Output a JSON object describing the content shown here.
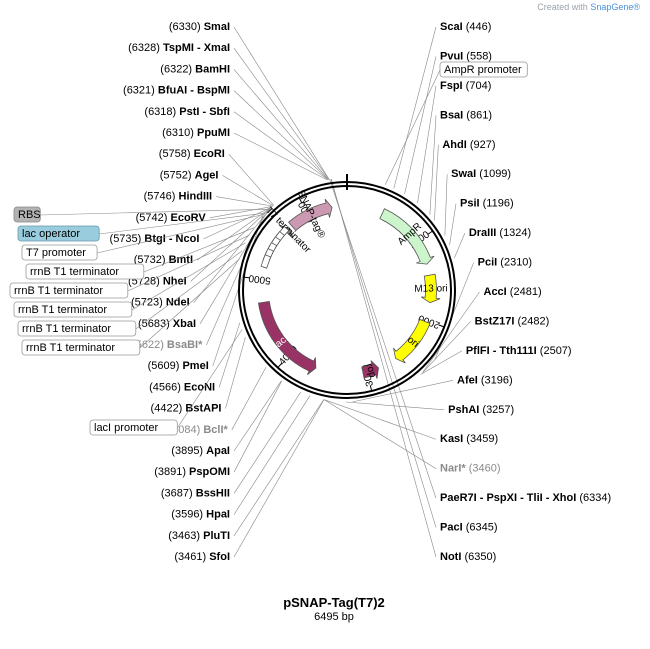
{
  "credit": {
    "prefix": "Created with",
    "brand": "SnapGene",
    "suffix": "®"
  },
  "title": "pSNAP-Tag(T7)2",
  "subtitle": "6495 bp",
  "ticks": [
    {
      "label": "1000",
      "bp": 1000
    },
    {
      "label": "2000",
      "bp": 2000
    },
    {
      "label": "3000",
      "bp": 3000
    },
    {
      "label": "4000",
      "bp": 4000
    },
    {
      "label": "5000",
      "bp": 5000
    },
    {
      "label": "6000",
      "bp": 6000
    }
  ],
  "features": [
    {
      "name": "AmpR",
      "start": 446,
      "end": 1300,
      "dir": 1,
      "color": "#ccf5cc",
      "label_color": "#000000"
    },
    {
      "name": "M13 ori",
      "start": 1440,
      "end": 1780,
      "dir": 1,
      "color": "#ffff00",
      "label_color": "#000000"
    },
    {
      "name": "ori",
      "start": 2020,
      "end": 2610,
      "dir": 1,
      "color": "#ffff00",
      "label_color": "#000000"
    },
    {
      "name": "rop",
      "start": 2850,
      "end": 3050,
      "dir": -1,
      "color": "#993366",
      "label_color": "#000000"
    },
    {
      "name": "lacI",
      "start": 3640,
      "end": 4720,
      "dir": -1,
      "color": "#993366",
      "label_color": "#ffffff"
    },
    {
      "name": "SNAP-tag®",
      "start": 5760,
      "end": 6310,
      "dir": 1,
      "color": "#cc99b2",
      "label_color": "#000000"
    },
    {
      "name": "T7 terminator",
      "start": 5660,
      "end": 5720,
      "dir": 1,
      "color": "#808080",
      "label_color": "#000000"
    }
  ],
  "sites": [
    {
      "name": "SmaI",
      "pos": "(6330)",
      "side": "left",
      "bp": 6330
    },
    {
      "name": "TspMI - XmaI",
      "pos": "(6328)",
      "side": "left",
      "bp": 6328
    },
    {
      "name": "BamHI",
      "pos": "(6322)",
      "side": "left",
      "bp": 6322
    },
    {
      "name": "BfuAI - BspMI",
      "pos": "(6321)",
      "side": "left",
      "bp": 6321
    },
    {
      "name": "PstI - SbfI",
      "pos": "(6318)",
      "side": "left",
      "bp": 6318
    },
    {
      "name": "PpuMI",
      "pos": "(6310)",
      "side": "left",
      "bp": 6310
    },
    {
      "name": "EcoRI",
      "pos": "(5758)",
      "side": "left",
      "bp": 5758
    },
    {
      "name": "AgeI",
      "pos": "(5752)",
      "side": "left",
      "bp": 5752
    },
    {
      "name": "HindIII",
      "pos": "(5746)",
      "side": "left",
      "bp": 5746
    },
    {
      "name": "EcoRV",
      "pos": "(5742)",
      "side": "left",
      "bp": 5742
    },
    {
      "name": "BtgI - NcoI",
      "pos": "(5735)",
      "side": "left",
      "bp": 5735
    },
    {
      "name": "BmtI",
      "pos": "(5732)",
      "side": "left",
      "bp": 5732
    },
    {
      "name": "NheI",
      "pos": "(5728)",
      "side": "left",
      "bp": 5728
    },
    {
      "name": "NdeI",
      "pos": "(5723)",
      "side": "left",
      "bp": 5723
    },
    {
      "name": "XbaI",
      "pos": "(5683)",
      "side": "left",
      "bp": 5683
    },
    {
      "name": "BsaBI*",
      "pos": "(5622)",
      "side": "left",
      "bp": 5622,
      "grey": true
    },
    {
      "name": "PmeI",
      "pos": "(5609)",
      "side": "left",
      "bp": 5609
    },
    {
      "name": "EcoNI",
      "pos": "(4566)",
      "side": "left",
      "bp": 4566
    },
    {
      "name": "BstAPI",
      "pos": "(4422)",
      "side": "left",
      "bp": 4422
    },
    {
      "name": "BclI*",
      "pos": "(4084)",
      "side": "left",
      "bp": 4084,
      "grey": true
    },
    {
      "name": "ApaI",
      "pos": "(3895)",
      "side": "left",
      "bp": 3895
    },
    {
      "name": "PspOMI",
      "pos": "(3891)",
      "side": "left",
      "bp": 3891
    },
    {
      "name": "BssHII",
      "pos": "(3687)",
      "side": "left",
      "bp": 3687
    },
    {
      "name": "HpaI",
      "pos": "(3596)",
      "side": "left",
      "bp": 3596
    },
    {
      "name": "PluTI",
      "pos": "(3463)",
      "side": "left",
      "bp": 3463
    },
    {
      "name": "SfoI",
      "pos": "(3461)",
      "side": "left",
      "bp": 3461
    },
    {
      "name": "NarI*",
      "pos": "(3460)",
      "side": "right",
      "bp": 3460,
      "grey": true
    },
    {
      "name": "KasI",
      "pos": "(3459)",
      "side": "right",
      "bp": 3459
    },
    {
      "name": "PshAI",
      "pos": "(3257)",
      "side": "right",
      "bp": 3257
    },
    {
      "name": "AfeI",
      "pos": "(3196)",
      "side": "right",
      "bp": 3196
    },
    {
      "name": "PflFI - Tth111I",
      "pos": "(2507)",
      "side": "right",
      "bp": 2507
    },
    {
      "name": "BstZ17I",
      "pos": "(2482)",
      "side": "right",
      "bp": 2482
    },
    {
      "name": "AccI",
      "pos": "(2481)",
      "side": "right",
      "bp": 2481
    },
    {
      "name": "PciI",
      "pos": "(2310)",
      "side": "right",
      "bp": 2310
    },
    {
      "name": "DraIII",
      "pos": "(1324)",
      "side": "right",
      "bp": 1324
    },
    {
      "name": "PsiI",
      "pos": "(1196)",
      "side": "right",
      "bp": 1196
    },
    {
      "name": "SwaI",
      "pos": "(1099)",
      "side": "right",
      "bp": 1099
    },
    {
      "name": "AhdI",
      "pos": "(927)",
      "side": "right",
      "bp": 927
    },
    {
      "name": "BsaI",
      "pos": "(861)",
      "side": "right",
      "bp": 861
    },
    {
      "name": "FspI",
      "pos": "(704)",
      "side": "right",
      "bp": 704
    },
    {
      "name": "PvuI",
      "pos": "(558)",
      "side": "right",
      "bp": 558
    },
    {
      "name": "ScaI",
      "pos": "(446)",
      "side": "right",
      "bp": 446
    },
    {
      "name": "NotI",
      "pos": "(6350)",
      "side": "right",
      "bp": 6350
    },
    {
      "name": "PacI",
      "pos": "(6345)",
      "side": "right",
      "bp": 6345
    },
    {
      "name": "PaeR7I - PspXI - TliI - XhoI",
      "pos": "(6334)",
      "side": "right",
      "bp": 6334
    }
  ],
  "boxes": [
    {
      "text": "AmpR promoter",
      "bp": 360,
      "fill": "#ffffff",
      "stroke": "#999999"
    },
    {
      "text": "RBS",
      "bp": 5705,
      "fill": "#b3b3b3",
      "stroke": "#888888"
    },
    {
      "text": "lac operator",
      "bp": 5655,
      "fill": "#99ccdd",
      "stroke": "#6699aa"
    },
    {
      "text": "T7 promoter",
      "bp": 5640,
      "fill": "#ffffff",
      "stroke": "#999999"
    },
    {
      "text": "rrnB T1 terminator",
      "bp": 5480,
      "fill": "#ffffff",
      "stroke": "#999999"
    },
    {
      "text": "rrnB T1 terminator",
      "bp": 5400,
      "fill": "#ffffff",
      "stroke": "#999999"
    },
    {
      "text": "rrnB T1 terminator",
      "bp": 5320,
      "fill": "#ffffff",
      "stroke": "#999999"
    },
    {
      "text": "rrnB T1 terminator",
      "bp": 5240,
      "fill": "#ffffff",
      "stroke": "#999999"
    },
    {
      "text": "rrnB T1 terminator",
      "bp": 5160,
      "fill": "#ffffff",
      "stroke": "#999999"
    },
    {
      "text": "lacI promoter",
      "bp": 4500,
      "fill": "#ffffff",
      "stroke": "#999999"
    }
  ]
}
